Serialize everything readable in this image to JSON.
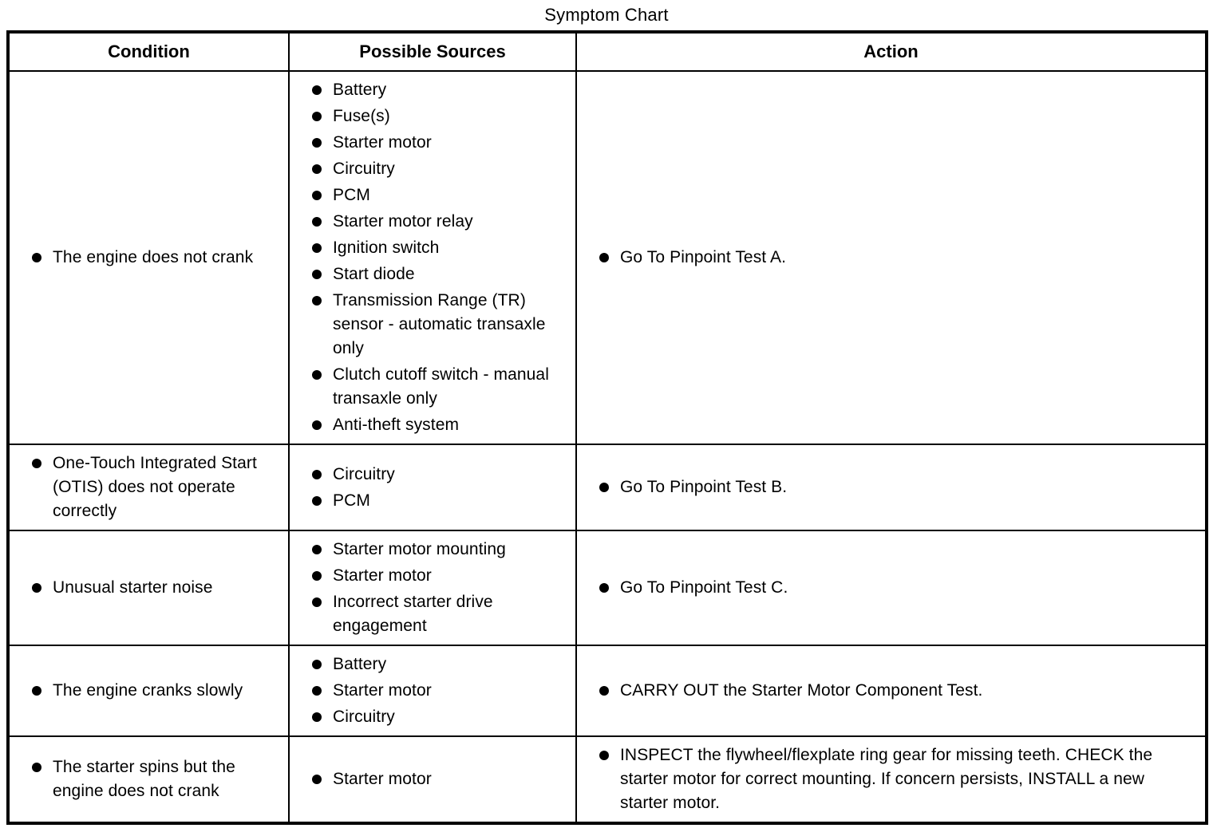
{
  "title": "Symptom Chart",
  "colors": {
    "text": "#000000",
    "background": "#ffffff",
    "border": "#000000"
  },
  "table": {
    "headers": {
      "condition": "Condition",
      "sources": "Possible Sources",
      "action": "Action"
    },
    "rows": [
      {
        "condition": "The engine does not crank",
        "sources": [
          "Battery",
          "Fuse(s)",
          "Starter motor",
          "Circuitry",
          "PCM",
          "Starter motor relay",
          "Ignition switch",
          "Start diode",
          "Transmission Range (TR) sensor - automatic transaxle only",
          "Clutch cutoff switch - manual transaxle only",
          "Anti-theft system"
        ],
        "action": "Go To Pinpoint Test A."
      },
      {
        "condition": "One-Touch Integrated Start (OTIS) does not operate correctly",
        "sources": [
          "Circuitry",
          "PCM"
        ],
        "action": "Go To Pinpoint Test B."
      },
      {
        "condition": "Unusual starter noise",
        "sources": [
          "Starter motor mounting",
          "Starter motor",
          "Incorrect starter drive engagement"
        ],
        "action": "Go To Pinpoint Test C."
      },
      {
        "condition": "The engine cranks slowly",
        "sources": [
          "Battery",
          "Starter motor",
          "Circuitry"
        ],
        "action": "CARRY OUT the Starter Motor Component Test."
      },
      {
        "condition": "The starter spins but the engine does not crank",
        "sources": [
          "Starter motor"
        ],
        "action": "INSPECT the flywheel/flexplate ring gear for missing teeth. CHECK the starter motor for correct mounting. If concern persists, INSTALL a new starter motor."
      }
    ]
  }
}
